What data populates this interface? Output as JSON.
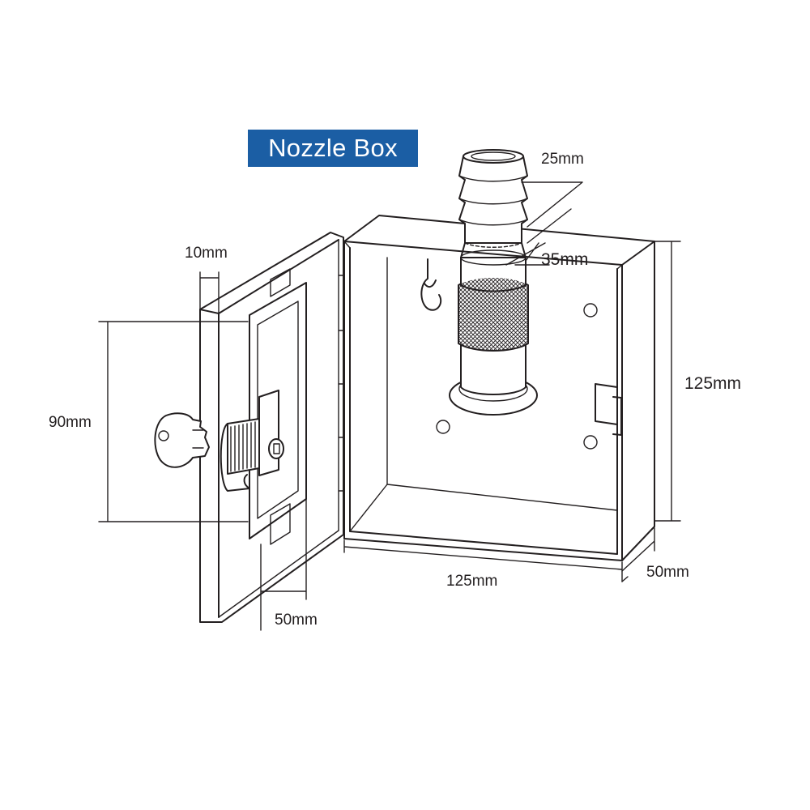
{
  "title": "Nozzle Box",
  "dimensions": {
    "nozzle_top": "25mm",
    "nozzle_mid": "35mm",
    "door_thickness": "10mm",
    "door_height": "90mm",
    "box_height": "125mm",
    "box_width": "125mm",
    "box_depth": "50mm",
    "window_width": "50mm"
  },
  "colors": {
    "badge": "#1b5ea4",
    "line": "#231f20",
    "badge_text": "#ffffff"
  }
}
